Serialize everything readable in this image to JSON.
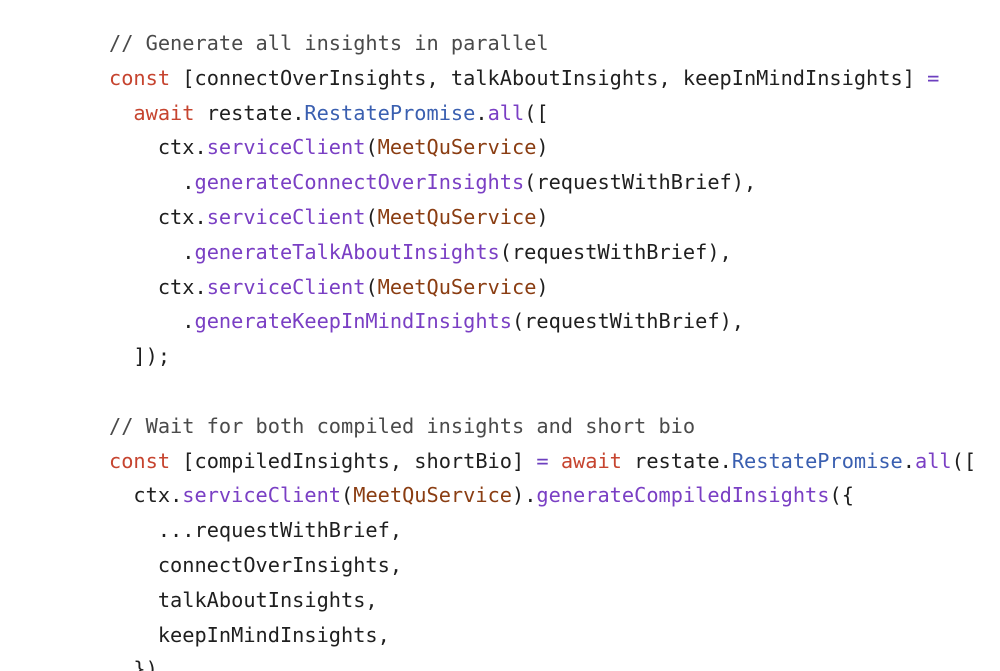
{
  "editor": {
    "colors": {
      "background": "#ffffff",
      "comment": "#4a4a4a",
      "keyword": "#c6442f",
      "identifier": "#1f1f1f",
      "operator": "#6c3fbf",
      "type": "#3a5fb0",
      "method": "#7a3fc4",
      "class": "#8a3d12"
    },
    "lines": [
      [
        {
          "t": "comment",
          "v": "// Generate all insights in parallel"
        }
      ],
      [
        {
          "t": "keyword",
          "v": "const"
        },
        {
          "t": "punct",
          "v": " ["
        },
        {
          "t": "ident",
          "v": "connectOverInsights"
        },
        {
          "t": "punct",
          "v": ", "
        },
        {
          "t": "ident",
          "v": "talkAboutInsights"
        },
        {
          "t": "punct",
          "v": ", "
        },
        {
          "t": "ident",
          "v": "keepInMindInsights"
        },
        {
          "t": "punct",
          "v": "] "
        },
        {
          "t": "op",
          "v": "="
        }
      ],
      [
        {
          "t": "punct",
          "v": "  "
        },
        {
          "t": "keyword",
          "v": "await"
        },
        {
          "t": "punct",
          "v": " "
        },
        {
          "t": "ident",
          "v": "restate"
        },
        {
          "t": "punct",
          "v": "."
        },
        {
          "t": "type",
          "v": "RestatePromise"
        },
        {
          "t": "punct",
          "v": "."
        },
        {
          "t": "method",
          "v": "all"
        },
        {
          "t": "punct",
          "v": "(["
        }
      ],
      [
        {
          "t": "punct",
          "v": "    "
        },
        {
          "t": "ident",
          "v": "ctx"
        },
        {
          "t": "punct",
          "v": "."
        },
        {
          "t": "method",
          "v": "serviceClient"
        },
        {
          "t": "punct",
          "v": "("
        },
        {
          "t": "class",
          "v": "MeetQuService"
        },
        {
          "t": "punct",
          "v": ")"
        }
      ],
      [
        {
          "t": "punct",
          "v": "      ."
        },
        {
          "t": "method",
          "v": "generateConnectOverInsights"
        },
        {
          "t": "punct",
          "v": "("
        },
        {
          "t": "ident",
          "v": "requestWithBrief"
        },
        {
          "t": "punct",
          "v": "),"
        }
      ],
      [
        {
          "t": "punct",
          "v": "    "
        },
        {
          "t": "ident",
          "v": "ctx"
        },
        {
          "t": "punct",
          "v": "."
        },
        {
          "t": "method",
          "v": "serviceClient"
        },
        {
          "t": "punct",
          "v": "("
        },
        {
          "t": "class",
          "v": "MeetQuService"
        },
        {
          "t": "punct",
          "v": ")"
        }
      ],
      [
        {
          "t": "punct",
          "v": "      ."
        },
        {
          "t": "method",
          "v": "generateTalkAboutInsights"
        },
        {
          "t": "punct",
          "v": "("
        },
        {
          "t": "ident",
          "v": "requestWithBrief"
        },
        {
          "t": "punct",
          "v": "),"
        }
      ],
      [
        {
          "t": "punct",
          "v": "    "
        },
        {
          "t": "ident",
          "v": "ctx"
        },
        {
          "t": "punct",
          "v": "."
        },
        {
          "t": "method",
          "v": "serviceClient"
        },
        {
          "t": "punct",
          "v": "("
        },
        {
          "t": "class",
          "v": "MeetQuService"
        },
        {
          "t": "punct",
          "v": ")"
        }
      ],
      [
        {
          "t": "punct",
          "v": "      ."
        },
        {
          "t": "method",
          "v": "generateKeepInMindInsights"
        },
        {
          "t": "punct",
          "v": "("
        },
        {
          "t": "ident",
          "v": "requestWithBrief"
        },
        {
          "t": "punct",
          "v": "),"
        }
      ],
      [
        {
          "t": "punct",
          "v": "  ]);"
        }
      ],
      [],
      [
        {
          "t": "comment",
          "v": "// Wait for both compiled insights and short bio"
        }
      ],
      [
        {
          "t": "keyword",
          "v": "const"
        },
        {
          "t": "punct",
          "v": " ["
        },
        {
          "t": "ident",
          "v": "compiledInsights"
        },
        {
          "t": "punct",
          "v": ", "
        },
        {
          "t": "ident",
          "v": "shortBio"
        },
        {
          "t": "punct",
          "v": "] "
        },
        {
          "t": "op",
          "v": "="
        },
        {
          "t": "punct",
          "v": " "
        },
        {
          "t": "keyword",
          "v": "await"
        },
        {
          "t": "punct",
          "v": " "
        },
        {
          "t": "ident",
          "v": "restate"
        },
        {
          "t": "punct",
          "v": "."
        },
        {
          "t": "type",
          "v": "RestatePromise"
        },
        {
          "t": "punct",
          "v": "."
        },
        {
          "t": "method",
          "v": "all"
        },
        {
          "t": "punct",
          "v": "(["
        }
      ],
      [
        {
          "t": "punct",
          "v": "  "
        },
        {
          "t": "ident",
          "v": "ctx"
        },
        {
          "t": "punct",
          "v": "."
        },
        {
          "t": "method",
          "v": "serviceClient"
        },
        {
          "t": "punct",
          "v": "("
        },
        {
          "t": "class",
          "v": "MeetQuService"
        },
        {
          "t": "punct",
          "v": ")."
        },
        {
          "t": "method",
          "v": "generateCompiledInsights"
        },
        {
          "t": "punct",
          "v": "({"
        }
      ],
      [
        {
          "t": "punct",
          "v": "    ..."
        },
        {
          "t": "ident",
          "v": "requestWithBrief"
        },
        {
          "t": "punct",
          "v": ","
        }
      ],
      [
        {
          "t": "punct",
          "v": "    "
        },
        {
          "t": "ident",
          "v": "connectOverInsights"
        },
        {
          "t": "punct",
          "v": ","
        }
      ],
      [
        {
          "t": "punct",
          "v": "    "
        },
        {
          "t": "ident",
          "v": "talkAboutInsights"
        },
        {
          "t": "punct",
          "v": ","
        }
      ],
      [
        {
          "t": "punct",
          "v": "    "
        },
        {
          "t": "ident",
          "v": "keepInMindInsights"
        },
        {
          "t": "punct",
          "v": ","
        }
      ],
      [
        {
          "t": "punct",
          "v": "  }),"
        }
      ]
    ]
  }
}
